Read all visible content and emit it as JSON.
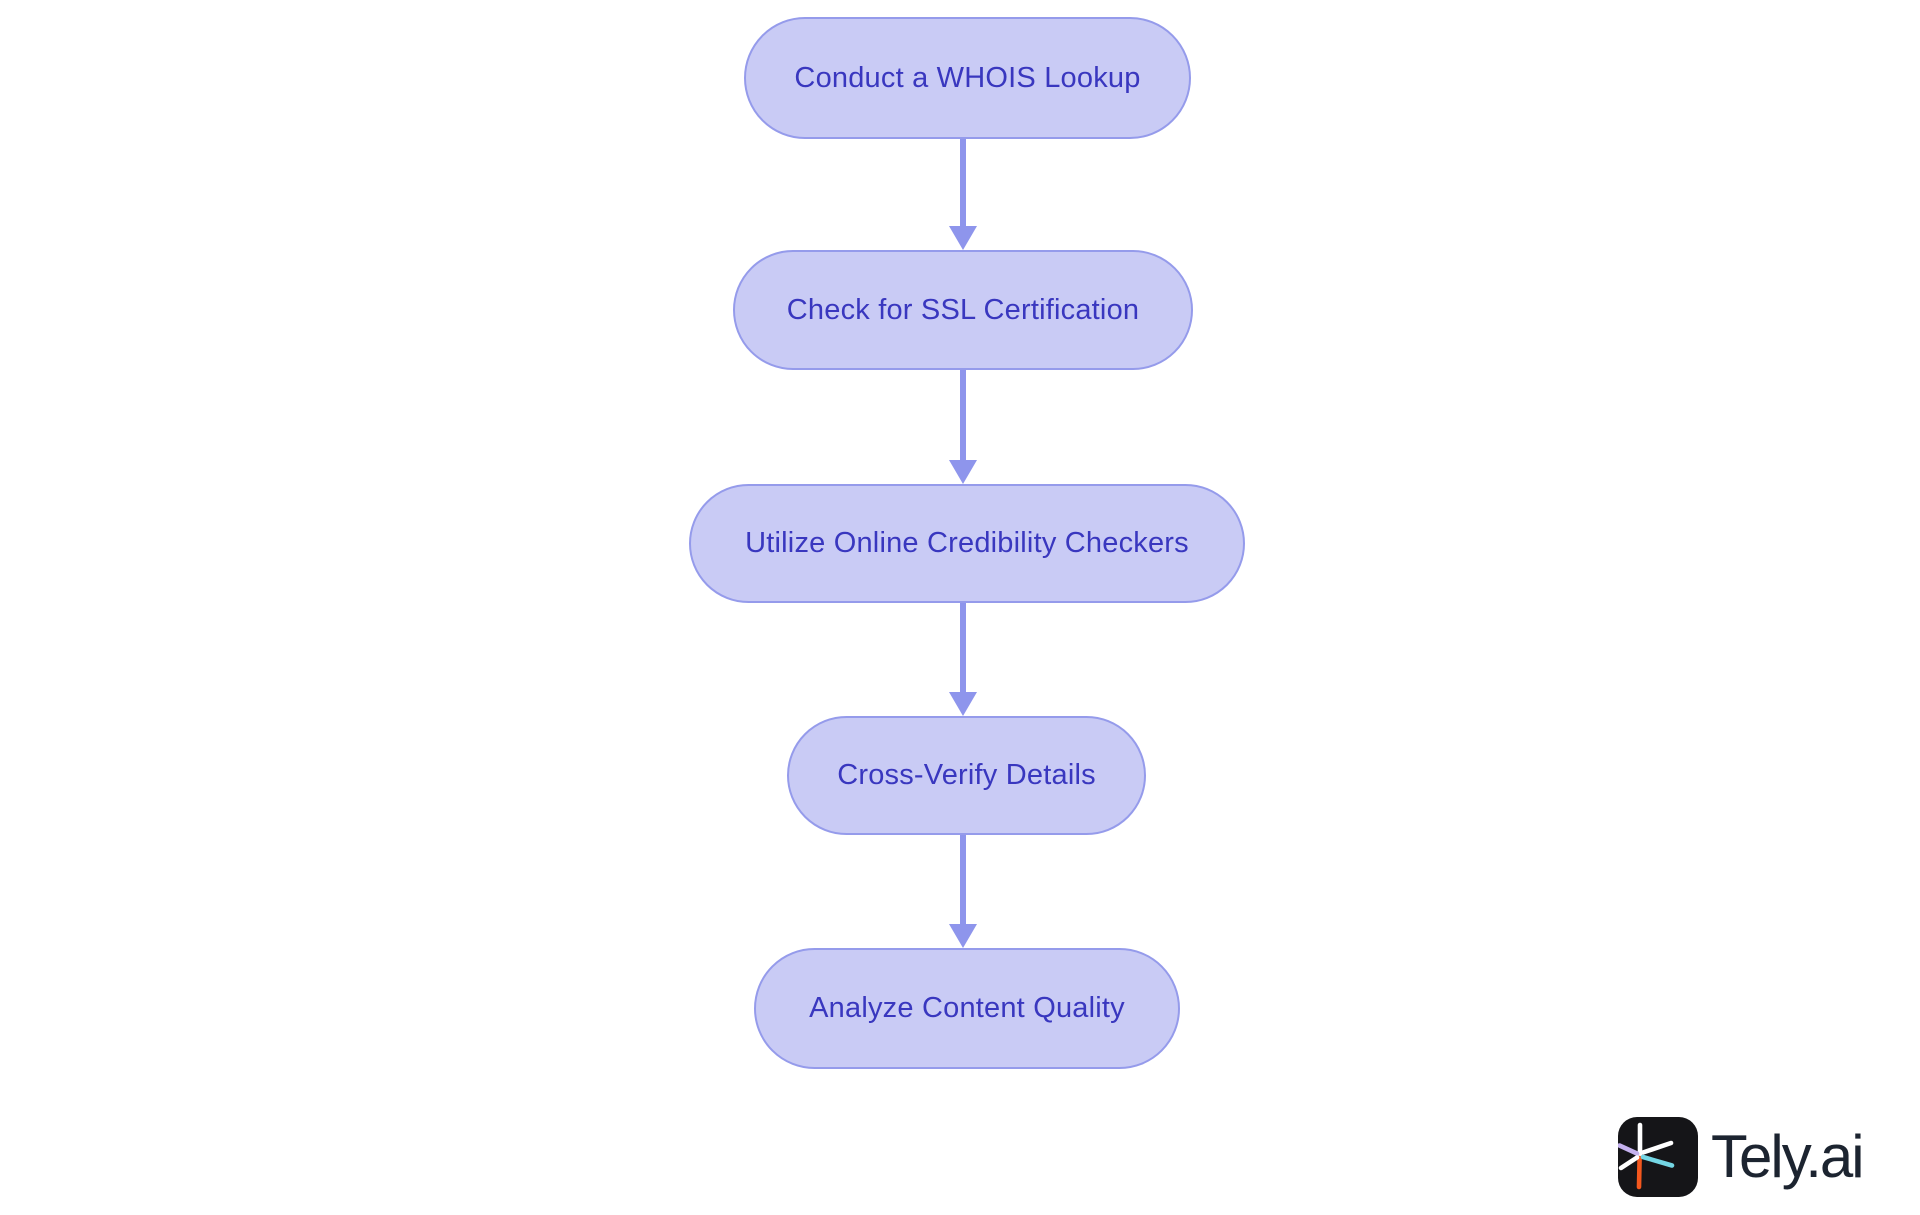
{
  "theme": {
    "background": "#ffffff",
    "node_fill": "#c9cbf5",
    "node_border": "#959beb",
    "node_text": "#3937bf",
    "arrow_color": "#8e95ec",
    "logo_text_color": "#1c2430"
  },
  "flow": {
    "nodes": [
      {
        "label": "Conduct a WHOIS Lookup"
      },
      {
        "label": "Check for SSL Certification"
      },
      {
        "label": "Utilize Online Credibility Checkers"
      },
      {
        "label": "Cross-Verify Details"
      },
      {
        "label": "Analyze Content Quality"
      }
    ]
  },
  "branding": {
    "logo_text": "Tely.ai",
    "logo_icon": "spark-asterisk-icon",
    "logo_colors": {
      "tile": "#151518",
      "arm_up": "#ffffff",
      "arm_down": "#f4571d",
      "arm_upper_left": "#c5b2ef",
      "arm_lower_left": "#ffffff",
      "arm_upper_right": "#ffffff",
      "arm_lower_right": "#74d6e4"
    }
  }
}
